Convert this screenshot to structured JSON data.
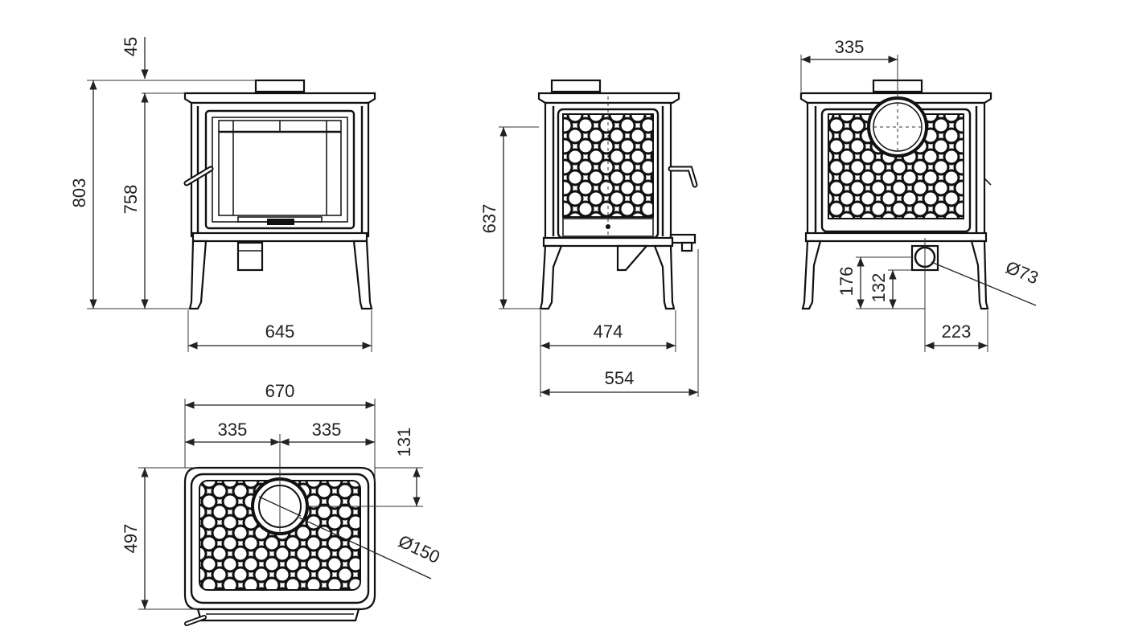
{
  "dimensions": {
    "front": {
      "flue_height": "45",
      "total_height": "803",
      "body_height": "758",
      "width": "645"
    },
    "side": {
      "door_height": "637",
      "body_depth": "474",
      "total_depth": "554"
    },
    "rear": {
      "flue_offset": "335",
      "inlet_height": "176",
      "inlet_center_height": "132",
      "inlet_offset": "223",
      "inlet_diameter": "Ø73"
    },
    "top": {
      "total_width": "670",
      "half_left": "335",
      "half_right": "335",
      "flue_center_depth": "131",
      "depth": "497",
      "flue_diameter": "Ø150"
    }
  },
  "badge": {
    "text": ""
  }
}
